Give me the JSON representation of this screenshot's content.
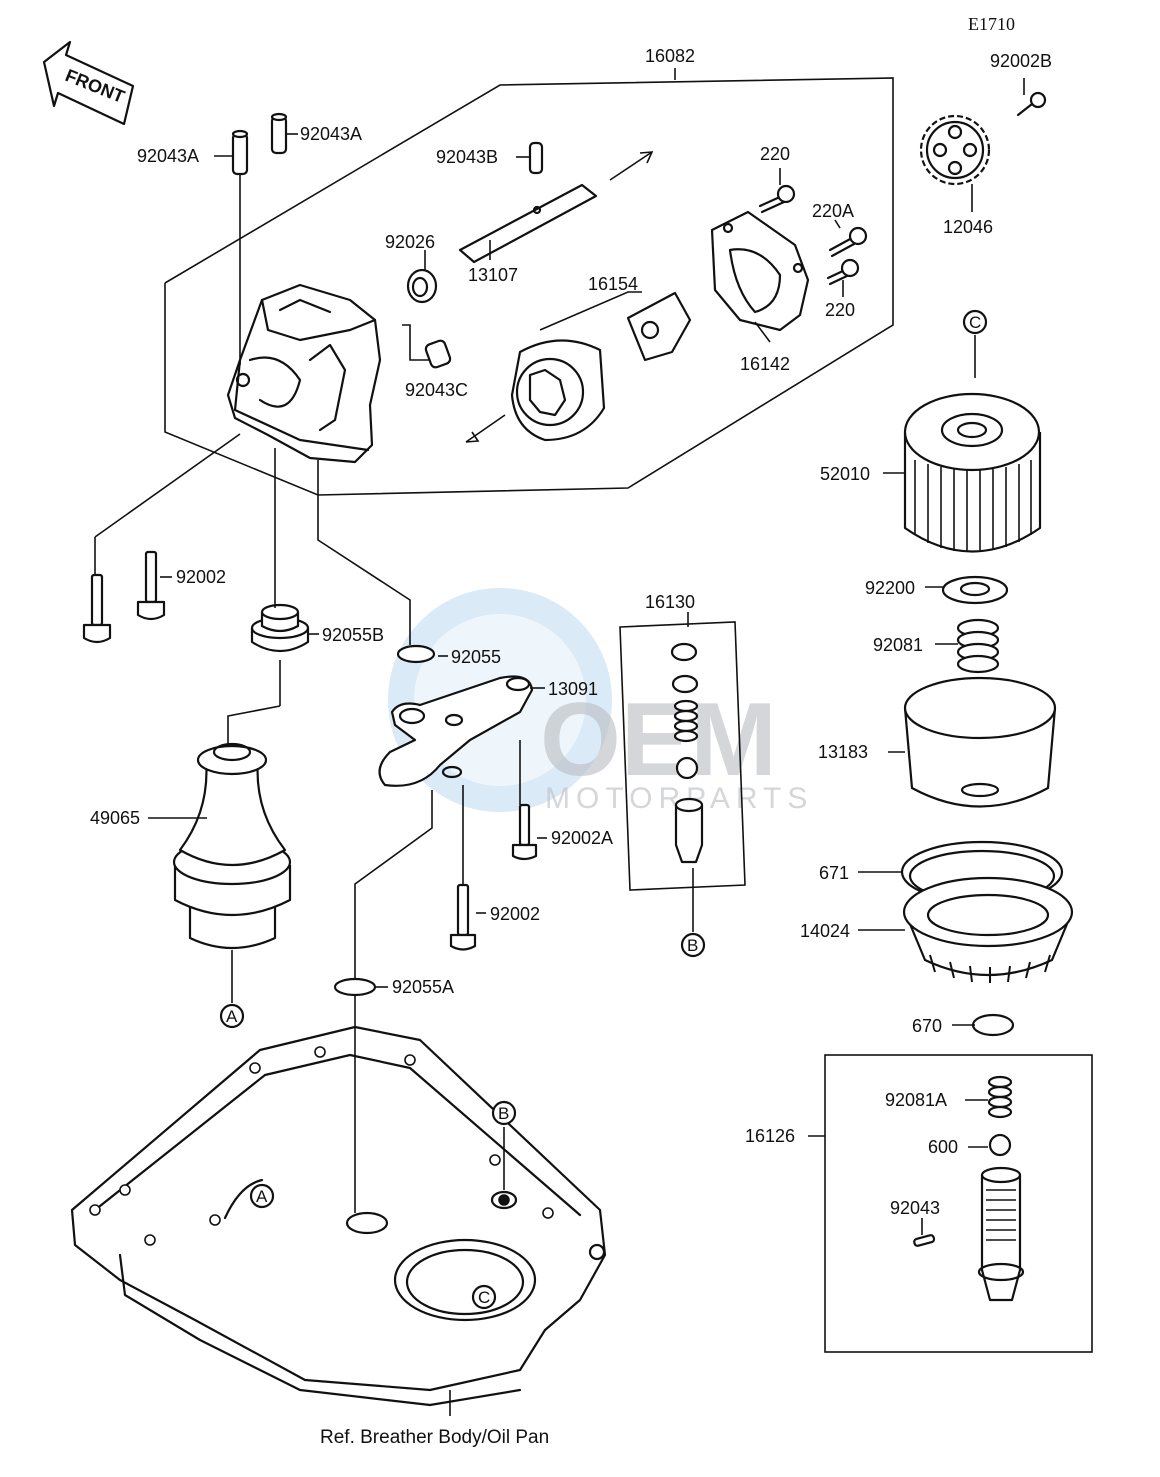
{
  "diagram_code": "E1710",
  "front_marker": "FRONT",
  "watermark": {
    "brand": "OEM",
    "sub": "MOTORPARTS"
  },
  "caption": "Ref. Breather Body/Oil Pan",
  "refs": {
    "a": "A",
    "b": "B",
    "c": "C"
  },
  "parts": {
    "p16082": "16082",
    "p92002B": "92002B",
    "p92043A_1": "92043A",
    "p92043A_2": "92043A",
    "p92043B": "92043B",
    "p220_1": "220",
    "p220A": "220A",
    "p220_2": "220",
    "p12046": "12046",
    "p92026": "92026",
    "p13107": "13107",
    "p16154": "16154",
    "p16142": "16142",
    "p92043C": "92043C",
    "p52010": "52010",
    "p92002_1": "92002",
    "p92055B": "92055B",
    "p92055": "92055",
    "p13091": "13091",
    "p16130": "16130",
    "p92200": "92200",
    "p92081": "92081",
    "p13183": "13183",
    "p49065": "49065",
    "p92002A": "92002A",
    "p671": "671",
    "p14024": "14024",
    "p92002_2": "92002",
    "p92055A": "92055A",
    "p670": "670",
    "p92081A": "92081A",
    "p16126": "16126",
    "p600": "600",
    "p92043": "92043"
  }
}
